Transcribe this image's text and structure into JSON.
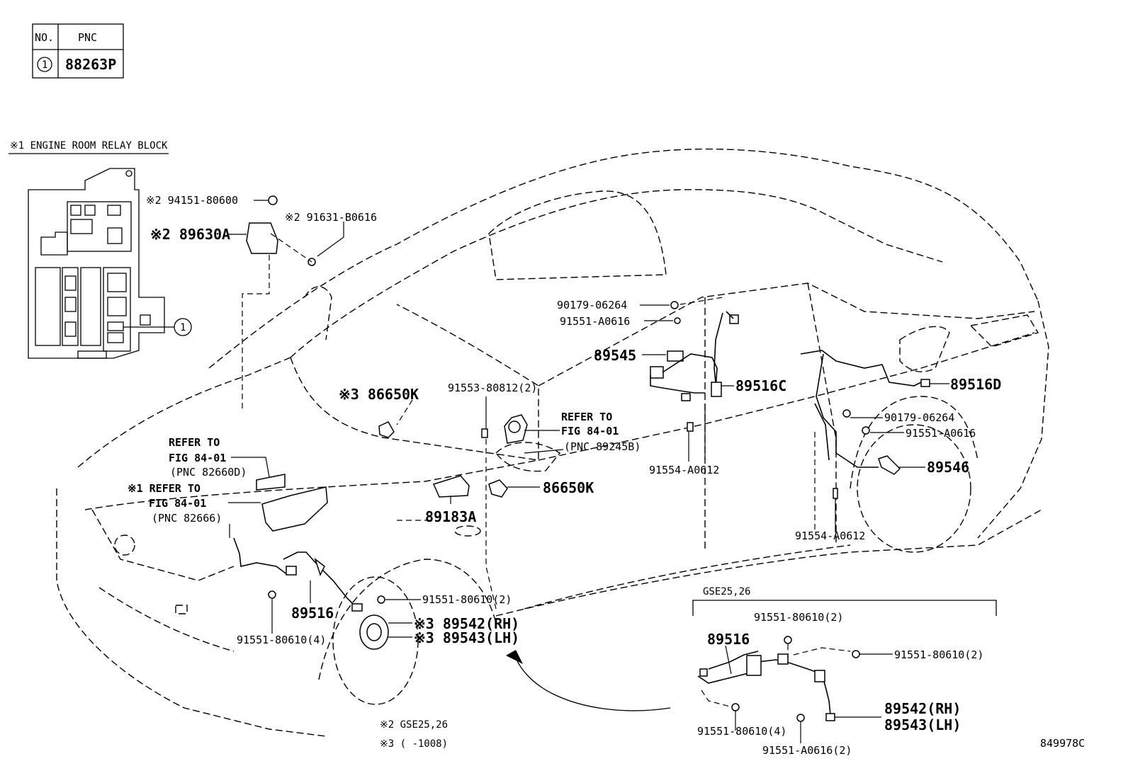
{
  "pnc_table": {
    "header_no": "NO.",
    "header_pnc": "PNC",
    "row_no": "1",
    "row_pnc": "88263P"
  },
  "relay_block": {
    "title": "※1 ENGINE ROOM RELAY BLOCK",
    "callout": "1"
  },
  "labels": {
    "p94151": "※2 94151-80600",
    "p91631": "※2 91631-B0616",
    "p89630A": "※2 89630A",
    "p86650K_top": "※3 86650K",
    "p86650K": "86650K",
    "p91553": "91553-80812(2)",
    "refer1_a": "REFER TO",
    "refer1_b": "FIG 84-01",
    "refer1_c": "(PNC 89245B)",
    "refer2_a": "REFER TO",
    "refer2_b": "FIG 84-01",
    "refer2_c": "(PNC 82660D)",
    "refer3_a": "※1 REFER TO",
    "refer3_b": "FIG 84-01",
    "refer3_c": "(PNC 82666)",
    "p89183A": "89183A",
    "p90179_a": "90179-06264",
    "p91551A_a": "91551-A0616",
    "p89545": "89545",
    "p89516C": "89516C",
    "p91554_a": "91554-A0612",
    "p89516D": "89516D",
    "p90179_b": "90179-06264",
    "p91551A_b": "91551-A0616",
    "p89546": "89546",
    "p91554_b": "91554-A0612",
    "p89516": "89516",
    "p91551_2": "91551-80610(2)",
    "p91551_4": "91551-80610(4)",
    "p89542": "※3 89542(RH)",
    "p89543": "※3 89543(LH)"
  },
  "inset": {
    "title": "GSE25,26",
    "p91551_2a": "91551-80610(2)",
    "p89516": "89516",
    "p91551_2b": "91551-80610(2)",
    "p89542": "89542(RH)",
    "p89543": "89543(LH)",
    "p91551_4": "91551-80610(4)",
    "p91551A_2": "91551-A0616(2)"
  },
  "notes": {
    "note2": "※2  GSE25,26",
    "note3": "※3  (     -1008)"
  },
  "figure_code": "849978C"
}
